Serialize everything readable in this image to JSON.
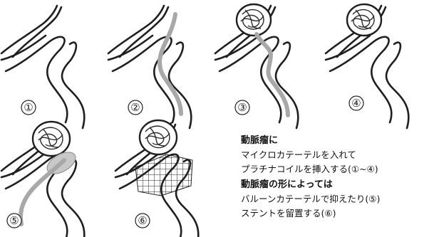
{
  "panels": [
    {
      "number": "①",
      "coil": false,
      "catheter": false,
      "balloon": false,
      "stent": false
    },
    {
      "number": "②",
      "coil": false,
      "catheter": true,
      "balloon": false,
      "stent": false
    },
    {
      "number": "③",
      "coil": true,
      "catheter": true,
      "balloon": false,
      "stent": false
    },
    {
      "number": "④",
      "coil": true,
      "catheter": false,
      "balloon": false,
      "stent": false
    },
    {
      "number": "⑤",
      "coil": true,
      "catheter": true,
      "balloon": true,
      "stent": false
    },
    {
      "number": "⑥",
      "coil": true,
      "catheter": true,
      "balloon": false,
      "stent": true
    }
  ],
  "caption": {
    "heading1": "動脈瘤に",
    "line1": "マイクロカテーテルを入れて",
    "line2": "プラチナコイルを挿入する(①~④)",
    "heading2": "動脈瘤の形によっては",
    "line3": "バルーンカテーテルで抑えたり(⑤)",
    "line4": "ステントを留置する(⑥)"
  },
  "colors": {
    "vessel": "#1f1f1f",
    "catheter": "#a8a8a8",
    "balloon": "#c8c8c8",
    "coil": "#2a2a2a"
  }
}
